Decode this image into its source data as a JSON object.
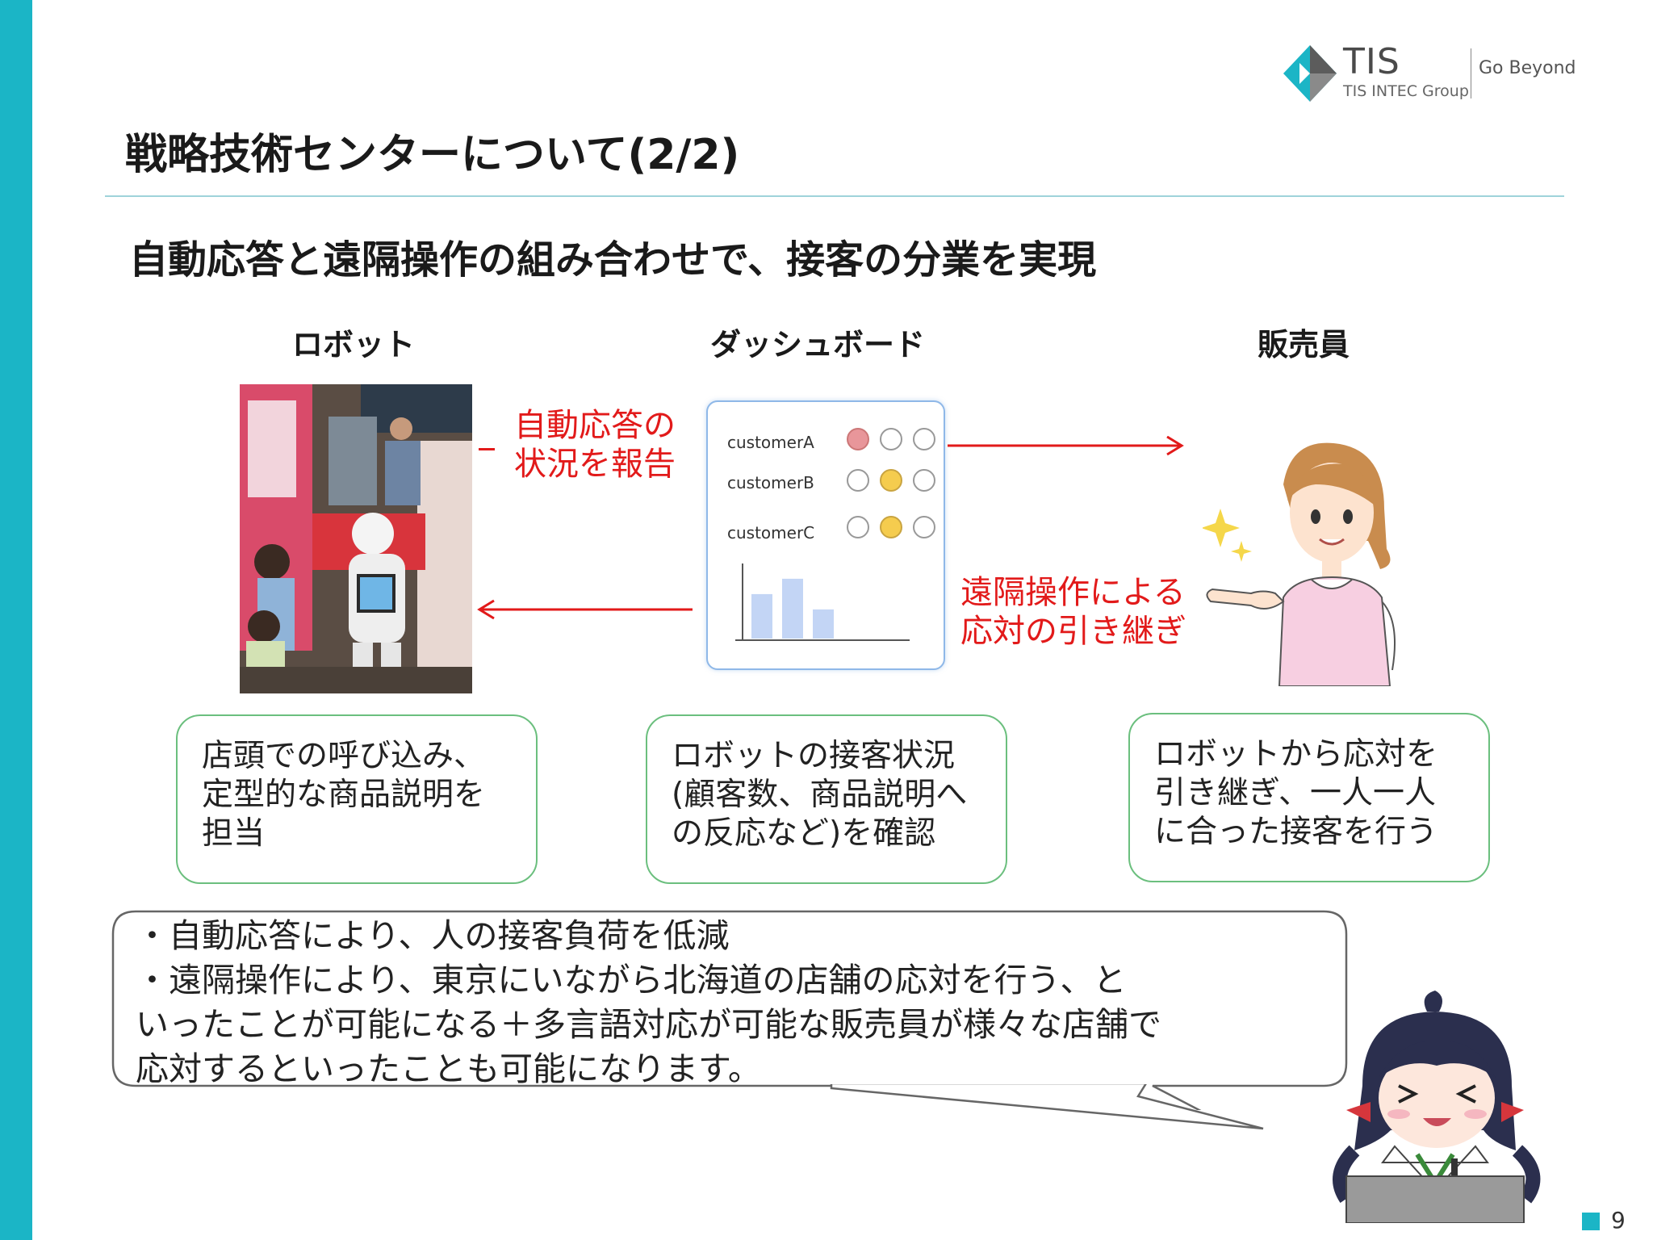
{
  "logo": {
    "name": "TIS",
    "group": "TIS INTEC Group",
    "tagline": "Go Beyond"
  },
  "title": "戦略技術センターについて(2/2)",
  "subtitle": "自動応答と遠隔操作の組み合わせで、接客の分業を実現",
  "columns": {
    "robot": "ロボット",
    "dashboard": "ダッシュボード",
    "staff": "販売員"
  },
  "dashboard": {
    "customers": [
      {
        "name": "customerA",
        "status": [
          "red",
          "empty",
          "empty"
        ]
      },
      {
        "name": "customerB",
        "status": [
          "empty",
          "yellow",
          "empty"
        ]
      },
      {
        "name": "customerC",
        "status": [
          "empty",
          "yellow",
          "empty"
        ]
      }
    ],
    "bar_values": [
      0.58,
      0.78,
      0.38
    ]
  },
  "labels": {
    "report": [
      "自動応答の",
      "状況を報告"
    ],
    "handover": [
      "遠隔操作による",
      "応対の引き継ぎ"
    ]
  },
  "boxes": {
    "robot": [
      "店頭での呼び込み、",
      "定型的な商品説明を",
      "担当"
    ],
    "dashboard": [
      "ロボットの接客状況",
      "(顧客数、商品説明へ",
      "の反応など)を確認"
    ],
    "staff": [
      "ロボットから応対を",
      "引き継ぎ、一人一人",
      "に合った接客を行う"
    ]
  },
  "speech": [
    "・自動応答により、人の接客負荷を低減",
    "・遠隔操作により、東京にいながら北海道の店舗の応対を行う、と",
    "いったことが可能になる＋多言語対応が可能な販売員が様々な店舗で",
    "応対するといったことも可能になります。"
  ],
  "page_number": "9",
  "colors": {
    "accent": "#1bb5c6",
    "red": "#e21a1a",
    "green_border": "#6bbf7e",
    "dashboard_border": "#8fb8e8"
  }
}
